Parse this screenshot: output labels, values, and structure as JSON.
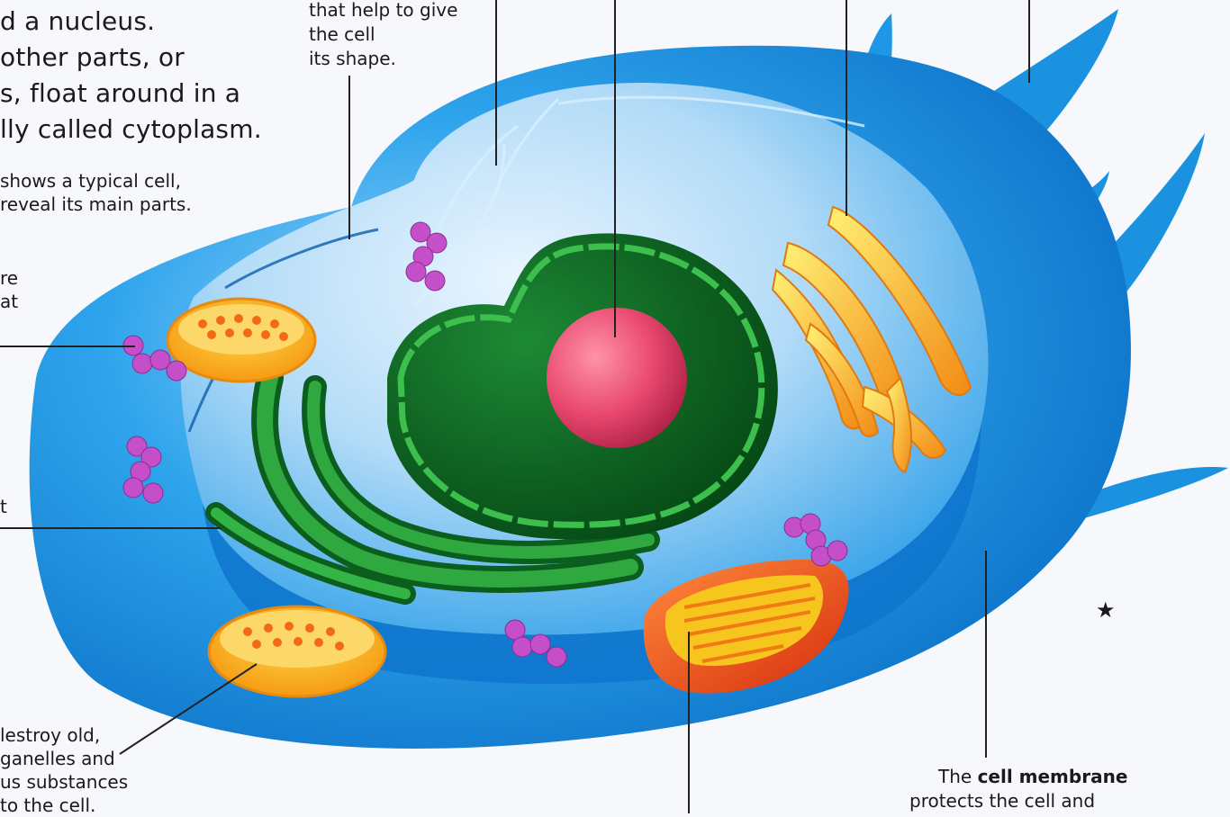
{
  "intro": {
    "lines": [
      "d a nucleus.",
      " other parts, or",
      "s, float around in a",
      "lly called cytoplasm."
    ]
  },
  "subintro": {
    "lines": [
      "shows a typical cell,",
      "reveal its main parts."
    ]
  },
  "left_partial": {
    "line1": "re",
    "line2": "at",
    "line3": "t"
  },
  "cytoskeleton_label": {
    "lines": [
      "that help to give",
      "the cell",
      "its shape."
    ]
  },
  "lysosome_label": {
    "lines": [
      "lestroy old,",
      "ganelles and",
      "us substances",
      "to the cell."
    ]
  },
  "membrane_label": {
    "line1_prefix": "The ",
    "line1_bold": "cell membrane",
    "line2": "protects the cell and"
  },
  "decor": {
    "star_glyph": "★"
  },
  "colors": {
    "cytoplasm": "#1e9be6",
    "cytoplasm_dark": "#0b6fc4",
    "nucleus": "#0d6d22",
    "nucleus_light": "#39b548",
    "nucleolus": "#e8476e",
    "golgi": "#f7c21a",
    "golgi_orange": "#f28a14",
    "mitochondrion": "#f24a12",
    "lysosome": "#f9b31b",
    "ribosome": "#c050c8",
    "leader_line": "#222222"
  }
}
